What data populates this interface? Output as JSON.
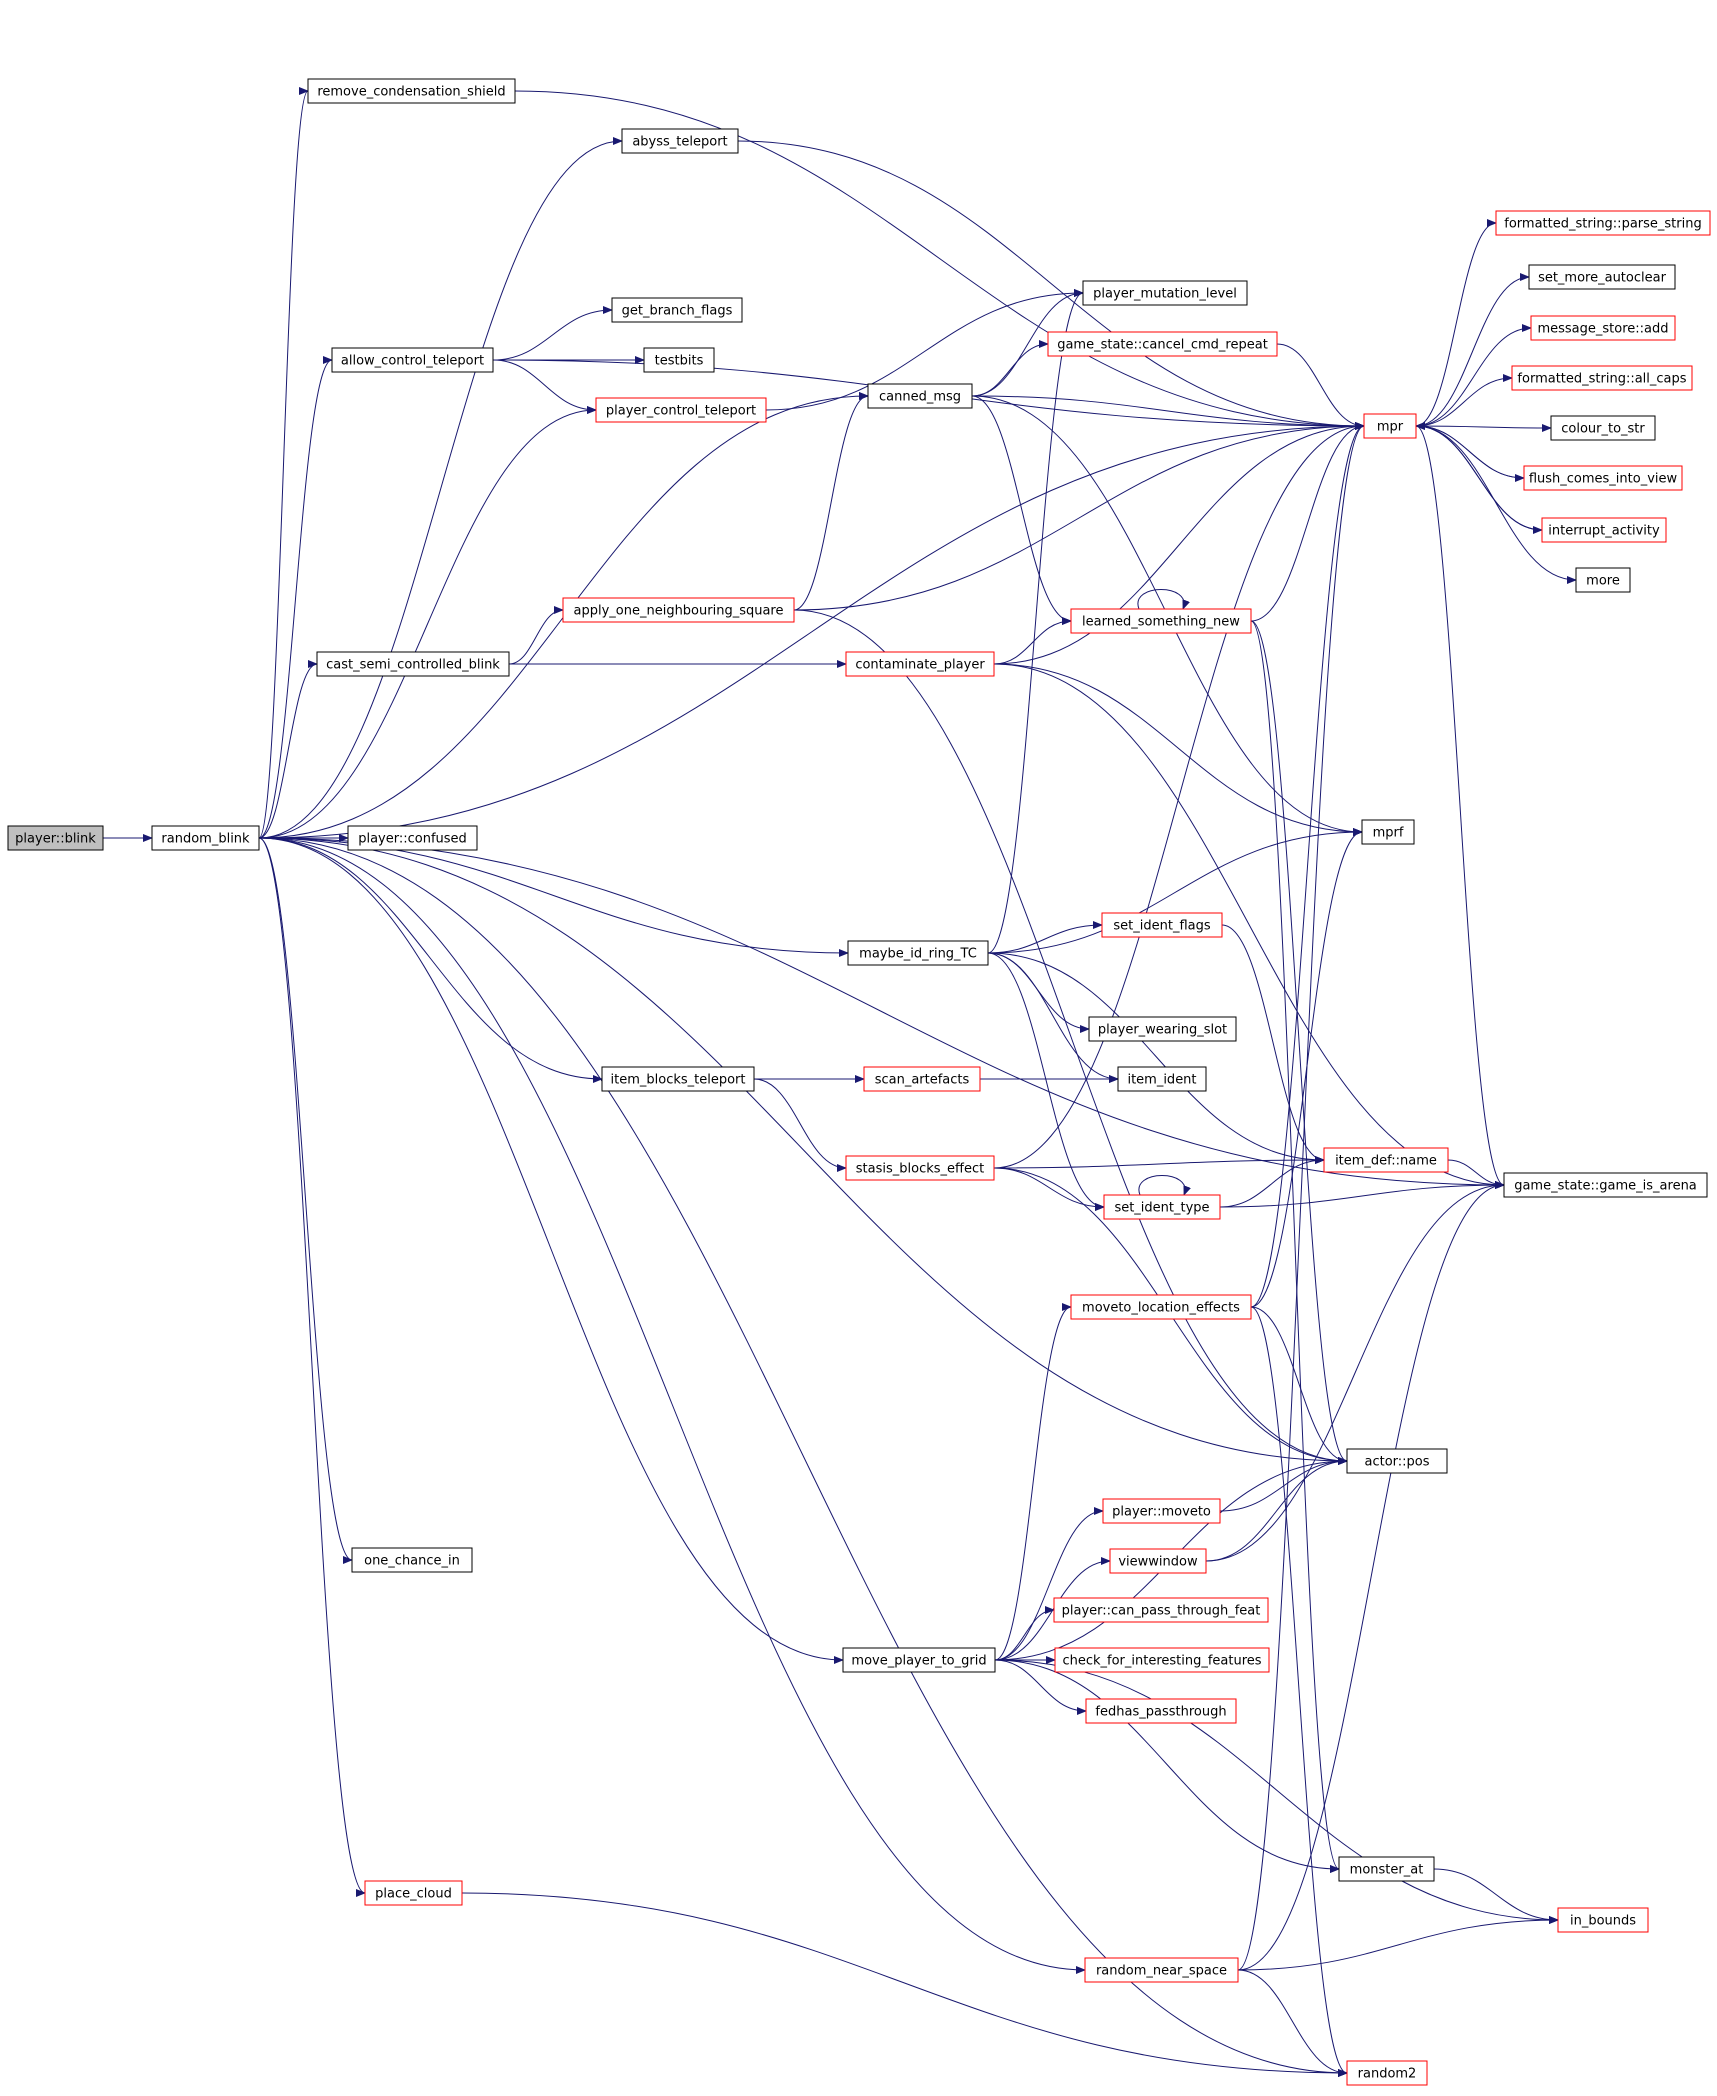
{
  "colors": {
    "edge": "#191970",
    "node_border": "#000000",
    "external_node_border": "#ff0000",
    "root_fill": "#bfbfbf"
  },
  "nodes": [
    {
      "id": "player_blink",
      "label": "player::blink",
      "kind": "root"
    },
    {
      "id": "random_blink",
      "label": "random_blink",
      "kind": "normal"
    },
    {
      "id": "remove_condensation_shield",
      "label": "remove_condensation_shield",
      "kind": "normal"
    },
    {
      "id": "abyss_teleport",
      "label": "abyss_teleport",
      "kind": "normal"
    },
    {
      "id": "allow_control_teleport",
      "label": "allow_control_teleport",
      "kind": "normal"
    },
    {
      "id": "get_branch_flags",
      "label": "get_branch_flags",
      "kind": "normal"
    },
    {
      "id": "testbits",
      "label": "testbits",
      "kind": "normal"
    },
    {
      "id": "player_control_teleport",
      "label": "player_control_teleport",
      "kind": "external"
    },
    {
      "id": "cast_semi_controlled_blink",
      "label": "cast_semi_controlled_blink",
      "kind": "normal"
    },
    {
      "id": "apply_one_neighbouring_square",
      "label": "apply_one_neighbouring_square",
      "kind": "external"
    },
    {
      "id": "player_confused",
      "label": "player::confused",
      "kind": "normal"
    },
    {
      "id": "maybe_id_ring_TC",
      "label": "maybe_id_ring_TC",
      "kind": "normal"
    },
    {
      "id": "item_blocks_teleport",
      "label": "item_blocks_teleport",
      "kind": "normal"
    },
    {
      "id": "one_chance_in",
      "label": "one_chance_in",
      "kind": "normal"
    },
    {
      "id": "move_player_to_grid",
      "label": "move_player_to_grid",
      "kind": "normal"
    },
    {
      "id": "place_cloud",
      "label": "place_cloud",
      "kind": "external"
    },
    {
      "id": "random_near_space",
      "label": "random_near_space",
      "kind": "external"
    },
    {
      "id": "random2",
      "label": "random2",
      "kind": "external"
    },
    {
      "id": "player_mutation_level",
      "label": "player_mutation_level",
      "kind": "normal"
    },
    {
      "id": "game_state_cancel_cmd_repeat",
      "label": "game_state::cancel_cmd_repeat",
      "kind": "external"
    },
    {
      "id": "canned_msg",
      "label": "canned_msg",
      "kind": "normal"
    },
    {
      "id": "learned_something_new",
      "label": "learned_something_new",
      "kind": "external"
    },
    {
      "id": "contaminate_player",
      "label": "contaminate_player",
      "kind": "external"
    },
    {
      "id": "set_ident_flags",
      "label": "set_ident_flags",
      "kind": "external"
    },
    {
      "id": "player_wearing_slot",
      "label": "player_wearing_slot",
      "kind": "normal"
    },
    {
      "id": "scan_artefacts",
      "label": "scan_artefacts",
      "kind": "external"
    },
    {
      "id": "item_ident",
      "label": "item_ident",
      "kind": "normal"
    },
    {
      "id": "stasis_blocks_effect",
      "label": "stasis_blocks_effect",
      "kind": "external"
    },
    {
      "id": "set_ident_type",
      "label": "set_ident_type",
      "kind": "external"
    },
    {
      "id": "moveto_location_effects",
      "label": "moveto_location_effects",
      "kind": "external"
    },
    {
      "id": "player_moveto",
      "label": "player::moveto",
      "kind": "external"
    },
    {
      "id": "viewwindow",
      "label": "viewwindow",
      "kind": "external"
    },
    {
      "id": "player_can_pass_through_feat",
      "label": "player::can_pass_through_feat",
      "kind": "external"
    },
    {
      "id": "check_for_interesting_features",
      "label": "check_for_interesting_features",
      "kind": "external"
    },
    {
      "id": "fedhas_passthrough",
      "label": "fedhas_passthrough",
      "kind": "external"
    },
    {
      "id": "monster_at",
      "label": "monster_at",
      "kind": "normal"
    },
    {
      "id": "in_bounds",
      "label": "in_bounds",
      "kind": "external"
    },
    {
      "id": "mpr",
      "label": "mpr",
      "kind": "external"
    },
    {
      "id": "mprf",
      "label": "mprf",
      "kind": "normal"
    },
    {
      "id": "item_def_name",
      "label": "item_def::name",
      "kind": "external"
    },
    {
      "id": "actor_pos",
      "label": "actor::pos",
      "kind": "normal"
    },
    {
      "id": "game_state_game_is_arena",
      "label": "game_state::game_is_arena",
      "kind": "normal"
    },
    {
      "id": "formatted_string_parse_string",
      "label": "formatted_string::parse_string",
      "kind": "external"
    },
    {
      "id": "set_more_autoclear",
      "label": "set_more_autoclear",
      "kind": "normal"
    },
    {
      "id": "message_store_add",
      "label": "message_store::add",
      "kind": "external"
    },
    {
      "id": "formatted_string_all_caps",
      "label": "formatted_string::all_caps",
      "kind": "external"
    },
    {
      "id": "colour_to_str",
      "label": "colour_to_str",
      "kind": "normal"
    },
    {
      "id": "flush_comes_into_view",
      "label": "flush_comes_into_view",
      "kind": "external"
    },
    {
      "id": "interrupt_activity",
      "label": "interrupt_activity",
      "kind": "external"
    },
    {
      "id": "more",
      "label": "more",
      "kind": "normal"
    }
  ],
  "edges": [
    [
      "player_blink",
      "random_blink"
    ],
    [
      "random_blink",
      "remove_condensation_shield"
    ],
    [
      "random_blink",
      "abyss_teleport"
    ],
    [
      "random_blink",
      "mpr"
    ],
    [
      "random_blink",
      "allow_control_teleport"
    ],
    [
      "random_blink",
      "player_control_teleport"
    ],
    [
      "random_blink",
      "canned_msg"
    ],
    [
      "random_blink",
      "cast_semi_controlled_blink"
    ],
    [
      "random_blink",
      "game_state_game_is_arena"
    ],
    [
      "random_blink",
      "player_confused"
    ],
    [
      "random_blink",
      "maybe_id_ring_TC"
    ],
    [
      "random_blink",
      "item_blocks_teleport"
    ],
    [
      "random_blink",
      "actor_pos"
    ],
    [
      "random_blink",
      "one_chance_in"
    ],
    [
      "random_blink",
      "move_player_to_grid"
    ],
    [
      "random_blink",
      "place_cloud"
    ],
    [
      "random_blink",
      "random_near_space"
    ],
    [
      "random_blink",
      "random2"
    ],
    [
      "remove_condensation_shield",
      "mpr"
    ],
    [
      "abyss_teleport",
      "mpr"
    ],
    [
      "allow_control_teleport",
      "mpr"
    ],
    [
      "allow_control_teleport",
      "get_branch_flags"
    ],
    [
      "allow_control_teleport",
      "testbits"
    ],
    [
      "allow_control_teleport",
      "player_control_teleport"
    ],
    [
      "player_control_teleport",
      "player_mutation_level"
    ],
    [
      "cast_semi_controlled_blink",
      "apply_one_neighbouring_square"
    ],
    [
      "cast_semi_controlled_blink",
      "contaminate_player"
    ],
    [
      "apply_one_neighbouring_square",
      "canned_msg"
    ],
    [
      "apply_one_neighbouring_square",
      "mpr"
    ],
    [
      "apply_one_neighbouring_square",
      "actor_pos"
    ],
    [
      "canned_msg",
      "player_mutation_level"
    ],
    [
      "canned_msg",
      "game_state_cancel_cmd_repeat"
    ],
    [
      "canned_msg",
      "mpr"
    ],
    [
      "canned_msg",
      "learned_something_new"
    ],
    [
      "canned_msg",
      "mprf"
    ],
    [
      "game_state_cancel_cmd_repeat",
      "mpr"
    ],
    [
      "learned_something_new",
      "learned_something_new"
    ],
    [
      "learned_something_new",
      "mpr"
    ],
    [
      "learned_something_new",
      "monster_at"
    ],
    [
      "learned_something_new",
      "actor_pos"
    ],
    [
      "contaminate_player",
      "learned_something_new"
    ],
    [
      "contaminate_player",
      "mpr"
    ],
    [
      "contaminate_player",
      "mprf"
    ],
    [
      "contaminate_player",
      "game_state_game_is_arena"
    ],
    [
      "maybe_id_ring_TC",
      "player_mutation_level"
    ],
    [
      "maybe_id_ring_TC",
      "mprf"
    ],
    [
      "maybe_id_ring_TC",
      "set_ident_flags"
    ],
    [
      "maybe_id_ring_TC",
      "player_wearing_slot"
    ],
    [
      "maybe_id_ring_TC",
      "item_ident"
    ],
    [
      "maybe_id_ring_TC",
      "item_def_name"
    ],
    [
      "maybe_id_ring_TC",
      "set_ident_type"
    ],
    [
      "set_ident_flags",
      "item_def_name"
    ],
    [
      "item_blocks_teleport",
      "scan_artefacts"
    ],
    [
      "item_blocks_teleport",
      "stasis_blocks_effect"
    ],
    [
      "scan_artefacts",
      "item_ident"
    ],
    [
      "stasis_blocks_effect",
      "mpr"
    ],
    [
      "stasis_blocks_effect",
      "set_ident_type"
    ],
    [
      "stasis_blocks_effect",
      "item_def_name"
    ],
    [
      "stasis_blocks_effect",
      "actor_pos"
    ],
    [
      "set_ident_type",
      "set_ident_type"
    ],
    [
      "set_ident_type",
      "item_def_name"
    ],
    [
      "set_ident_type",
      "game_state_game_is_arena"
    ],
    [
      "item_def_name",
      "game_state_game_is_arena"
    ],
    [
      "moveto_location_effects",
      "mpr"
    ],
    [
      "moveto_location_effects",
      "mprf"
    ],
    [
      "moveto_location_effects",
      "actor_pos"
    ],
    [
      "moveto_location_effects",
      "random2"
    ],
    [
      "move_player_to_grid",
      "moveto_location_effects"
    ],
    [
      "move_player_to_grid",
      "player_moveto"
    ],
    [
      "move_player_to_grid",
      "viewwindow"
    ],
    [
      "move_player_to_grid",
      "player_can_pass_through_feat"
    ],
    [
      "move_player_to_grid",
      "check_for_interesting_features"
    ],
    [
      "move_player_to_grid",
      "fedhas_passthrough"
    ],
    [
      "move_player_to_grid",
      "actor_pos"
    ],
    [
      "move_player_to_grid",
      "monster_at"
    ],
    [
      "move_player_to_grid",
      "in_bounds"
    ],
    [
      "player_moveto",
      "actor_pos"
    ],
    [
      "viewwindow",
      "actor_pos"
    ],
    [
      "viewwindow",
      "game_state_game_is_arena"
    ],
    [
      "monster_at",
      "in_bounds"
    ],
    [
      "place_cloud",
      "random2"
    ],
    [
      "random_near_space",
      "mpr"
    ],
    [
      "random_near_space",
      "game_state_game_is_arena"
    ],
    [
      "random_near_space",
      "in_bounds"
    ],
    [
      "random_near_space",
      "random2"
    ],
    [
      "mpr",
      "formatted_string_parse_string"
    ],
    [
      "mpr",
      "set_more_autoclear"
    ],
    [
      "mpr",
      "message_store_add"
    ],
    [
      "mpr",
      "formatted_string_all_caps"
    ],
    [
      "mpr",
      "colour_to_str"
    ],
    [
      "mpr",
      "flush_comes_into_view"
    ],
    [
      "mpr",
      "interrupt_activity"
    ],
    [
      "mpr",
      "more"
    ],
    [
      "mpr",
      "game_state_game_is_arena"
    ],
    [
      "flush_comes_into_view",
      "mpr"
    ],
    [
      "interrupt_activity",
      "mpr"
    ]
  ]
}
